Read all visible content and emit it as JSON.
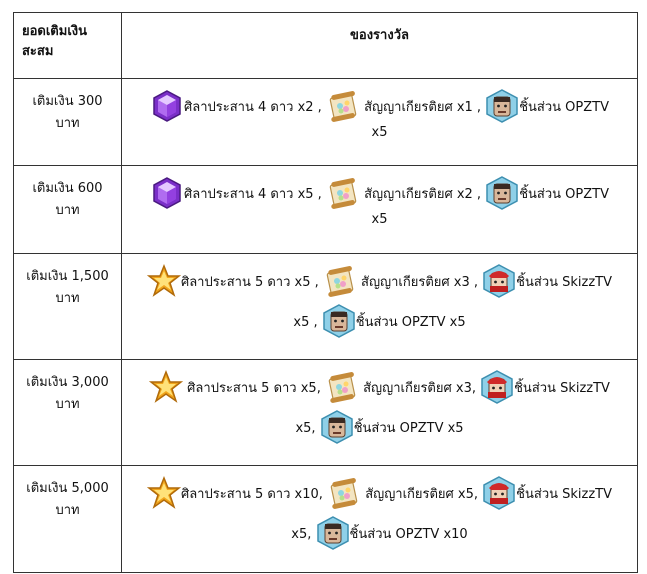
{
  "header": {
    "amount": "ยอดเติมเงิน สะสม",
    "rewards": "ของรางวัล"
  },
  "rows": [
    {
      "amount_a": "เติมเงิน 300",
      "amount_b": "บาท",
      "gem": "ศิลาประสาน 4 ดาว x2 ,",
      "scroll": "สัญญาเกียรติยศ x1 ,",
      "piece1": "ชิ้นส่วน OPZTV",
      "tail": "x5"
    },
    {
      "amount_a": "เติมเงิน 600",
      "amount_b": "บาท",
      "gem": "ศิลาประสาน 4 ดาว x5 ,",
      "scroll": "สัญญาเกียรติยศ x2 ,",
      "piece1": "ชิ้นส่วน OPZTV",
      "tail": "x5"
    },
    {
      "amount_a": "เติมเงิน 1,500",
      "amount_b": "บาท",
      "gem": "ศิลาประสาน 5 ดาว x5 ,",
      "scroll": "สัญญาเกียรติยศ x3 ,",
      "piece1": "ชิ้นส่วน SkizzTV",
      "tail": "x5 ,",
      "piece2": "ชิ้นส่วน OPZTV x5"
    },
    {
      "amount_a": "เติมเงิน 3,000",
      "amount_b": "บาท",
      "gem": "ศิลาประสาน 5 ดาว x5,",
      "scroll": "สัญญาเกียรติยศ x3,",
      "piece1": "ชิ้นส่วน SkizzTV",
      "tail": "x5,",
      "piece2": "ชิ้นส่วน OPZTV x5"
    },
    {
      "amount_a": "เติมเงิน 5,000",
      "amount_b": "บาท",
      "gem": "ศิลาประสาน 5 ดาว x10,",
      "scroll": "สัญญาเกียรติยศ x5,",
      "piece1": "ชิ้นส่วน SkizzTV",
      "tail": "x5,",
      "piece2": "ชิ้นส่วน OPZTV x10"
    }
  ],
  "icons": {
    "gem_4star": "purple-gem-icon",
    "gem_5star": "gold-star-icon",
    "scroll": "scroll-icon",
    "opztv": "opztv-portrait-icon",
    "skizztv": "skizztv-portrait-icon"
  }
}
